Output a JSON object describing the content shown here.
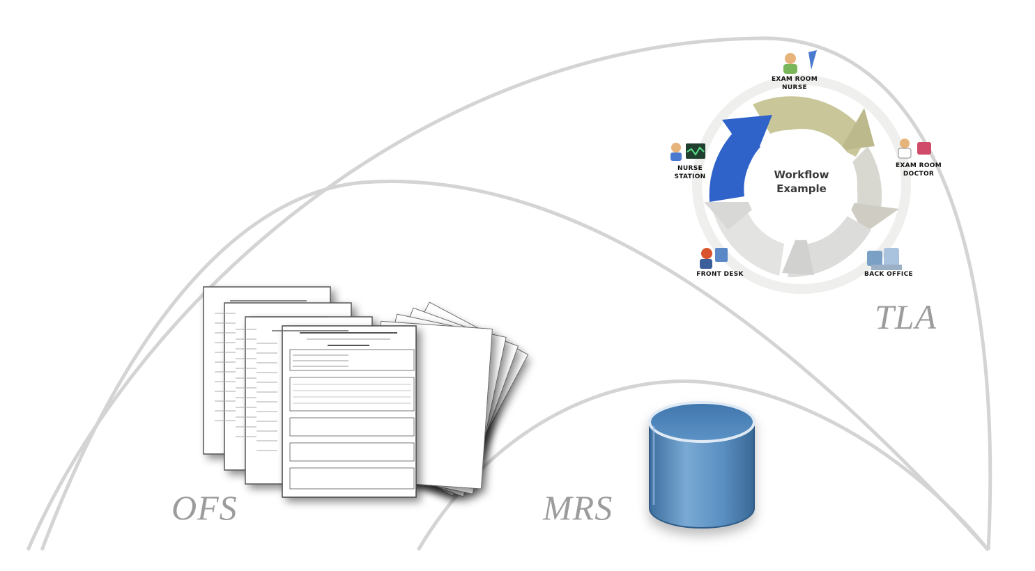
{
  "regions": {
    "tla": "TLA",
    "ofs": "OFS",
    "mrs": "MRS"
  },
  "workflow": {
    "center_line1": "Workflow",
    "center_line2": "Example",
    "roles": [
      {
        "line1": "Exam Room",
        "line2": "Nurse",
        "icon": "nurse-icon"
      },
      {
        "line1": "Exam Room",
        "line2": "Doctor",
        "icon": "doctor-icon"
      },
      {
        "line1": "Back Office",
        "line2": "",
        "icon": "back-office-icon"
      },
      {
        "line1": "Front Desk",
        "line2": "",
        "icon": "front-desk-icon"
      },
      {
        "line1": "Nurse",
        "line2": "Station",
        "icon": "nurse-station-icon"
      }
    ]
  },
  "colors": {
    "arc": "#d4d4d4",
    "label": "#9c9c9c",
    "cycle_blue": "#2f63c9",
    "cycle_khaki": "#c9c79a",
    "cycle_grey": "#d9d9d6",
    "database": "#4f86b9"
  }
}
